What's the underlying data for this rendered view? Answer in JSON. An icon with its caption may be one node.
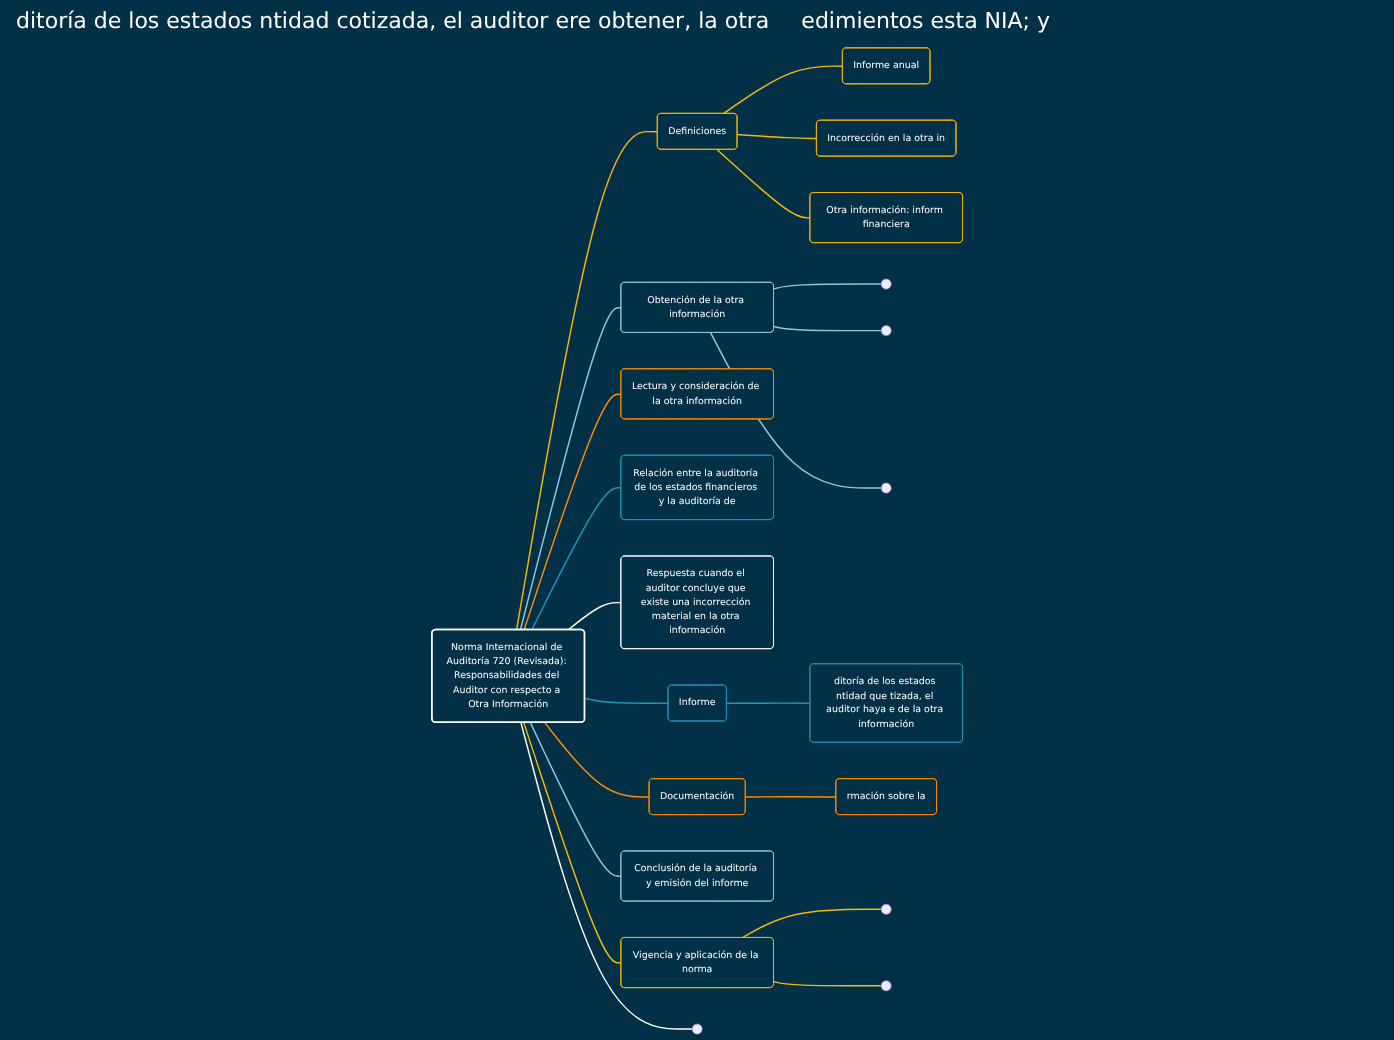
{
  "diagram": {
    "nodes": [
      {
        "text": [
          "Norma Internacional de Auditoría 720 (Revisada): Responsabilidades del Auditor con respecto a Otra Información"
        ]
      },
      {
        "text": [
          "Definiciones"
        ]
      },
      {
        "text": [
          "Informe anual"
        ]
      },
      {
        "text": [
          "Incorrección en la otra in"
        ]
      },
      {
        "text": [
          "Otra información: inform financiera"
        ]
      },
      {
        "text": [
          "Obtención de la otra información"
        ]
      },
      {
        "text": [
          "Lectura y consideración de la otra información"
        ]
      },
      {
        "text": [
          "Relación entre la auditoría de los estados financieros y la auditoría de"
        ]
      },
      {
        "text": [
          "Respuesta cuando el auditor concluye que existe una incorrección material en la otra información"
        ]
      },
      {
        "text": [
          "Informe"
        ]
      },
      {
        "text": [
          "ditoría de los estados ntidad que tizada, el auditor haya e de la otra información"
        ]
      },
      {
        "text": [
          "Documentación"
        ]
      },
      {
        "text": [
          "rmación sobre la"
        ]
      },
      {
        "text": [
          "Conclusión de la auditoría y emisión del informe"
        ]
      },
      {
        "text": [
          "Vigencia y aplicación de la norma"
        ]
      }
    ],
    "edges": [
      {
        "from": 0,
        "to": 1,
        "arrow": "none",
        "color": "#f5b70a"
      },
      {
        "from": 1,
        "to": 2,
        "arrow": "none",
        "color": "#f5b70a"
      },
      {
        "from": 1,
        "to": 3,
        "arrow": "none",
        "color": "#f5b70a"
      },
      {
        "from": 1,
        "to": 4,
        "arrow": "none",
        "color": "#f5b70a"
      },
      {
        "from": 0,
        "to": 5,
        "arrow": "none",
        "color": "#8ec8e6"
      },
      {
        "from": 5,
        "to": null,
        "arrow": "none",
        "color": "#8ec8e6"
      },
      {
        "from": 5,
        "to": null,
        "arrow": "none",
        "color": "#8ec8e6"
      },
      {
        "from": 5,
        "to": null,
        "arrow": "none",
        "color": "#8ec8e6"
      },
      {
        "from": 0,
        "to": 6,
        "arrow": "none",
        "color": "#ff8c00"
      },
      {
        "from": 0,
        "to": 7,
        "arrow": "none",
        "color": "#2196b8"
      },
      {
        "from": 0,
        "to": null,
        "arrow": "none",
        "color": "#ffffff"
      },
      {
        "from": 0,
        "to": 8,
        "arrow": "none",
        "color": "#ffffff"
      },
      {
        "from": 0,
        "to": 9,
        "arrow": "none",
        "color": "#2196b8"
      },
      {
        "from": 9,
        "to": 10,
        "arrow": "none",
        "color": "#2196b8"
      },
      {
        "from": 0,
        "to": 11,
        "arrow": "none",
        "color": "#ff8c00"
      },
      {
        "from": 11,
        "to": 12,
        "arrow": "none",
        "color": "#ff8c00"
      },
      {
        "from": 0,
        "to": 13,
        "arrow": "none",
        "color": "#8ec8e6"
      },
      {
        "from": 0,
        "to": 14,
        "arrow": "none",
        "color": "#f5b70a"
      },
      {
        "from": 14,
        "to": null,
        "arrow": "none",
        "color": "#f5b70a"
      },
      {
        "from": 14,
        "to": null,
        "arrow": "none",
        "color": "#f5b70a"
      }
    ],
    "labels": [
      "ditoría de los estados ntidad cotizada, el auditor ere obtener, la otra",
      "edimientos esta NIA; y"
    ]
  }
}
